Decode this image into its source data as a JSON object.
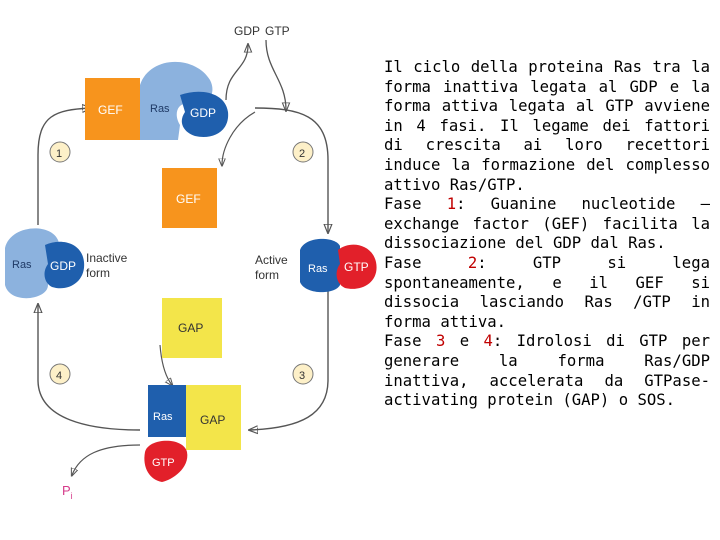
{
  "diagram": {
    "labels": {
      "gdp_out": "GDP",
      "gtp_in": "GTP",
      "gef_top": "GEF",
      "ras_top": "Ras",
      "gdp_top": "GDP",
      "gef_middle": "GEF",
      "ras_left": "Ras",
      "gdp_left": "GDP",
      "inactive_form": [
        "Inactive",
        "form"
      ],
      "active_form": [
        "Active",
        "form"
      ],
      "ras_right": "Ras",
      "gtp_right": "GTP",
      "gap_middle": "GAP",
      "ras_bottom": "Ras",
      "gap_bottom": "GAP",
      "gtp_bottom": "GTP",
      "pi": "P",
      "pi_sub": "i"
    },
    "steps": [
      "1",
      "2",
      "3",
      "4"
    ],
    "colors": {
      "gef": "#f7941d",
      "ras": "#1f5fad",
      "ras_light": "#8cb2de",
      "gtp": "#e2202a",
      "gap": "#f3e54a",
      "step_circle": "#fdf0c8",
      "arrow": "#555555",
      "pi": "#d63b8a"
    }
  },
  "text": {
    "title": "Il ciclo della proteina Ras tra la forma inattiva legata al GDP e la forma attiva legata al GTP avviene in 4 fasi. Il legame dei fattori di crescita ai loro recettori  induce la formazione del complesso attivo Ras/GTP.",
    "phase1_label": "Fase ",
    "phase1_num": "1",
    "phase1_text": ": Guanine nucleotide –exchange factor (GEF) facilita la dissociazione del GDP dal Ras.",
    "phase2_label": "Fase ",
    "phase2_num": "2",
    "phase2_text": ": GTP si lega spontaneamente, e il GEF si dissocia lasciando  Ras /GTP in forma attiva.",
    "phase34_label": "Fase ",
    "phase34_num3": "3",
    "phase34_and": " e ",
    "phase34_num4": "4",
    "phase34_text": ": Idrolosi di GTP per generare la  forma Ras/GDP inattiva, accelerata da GTPase-activating protein (GAP) o SOS."
  }
}
